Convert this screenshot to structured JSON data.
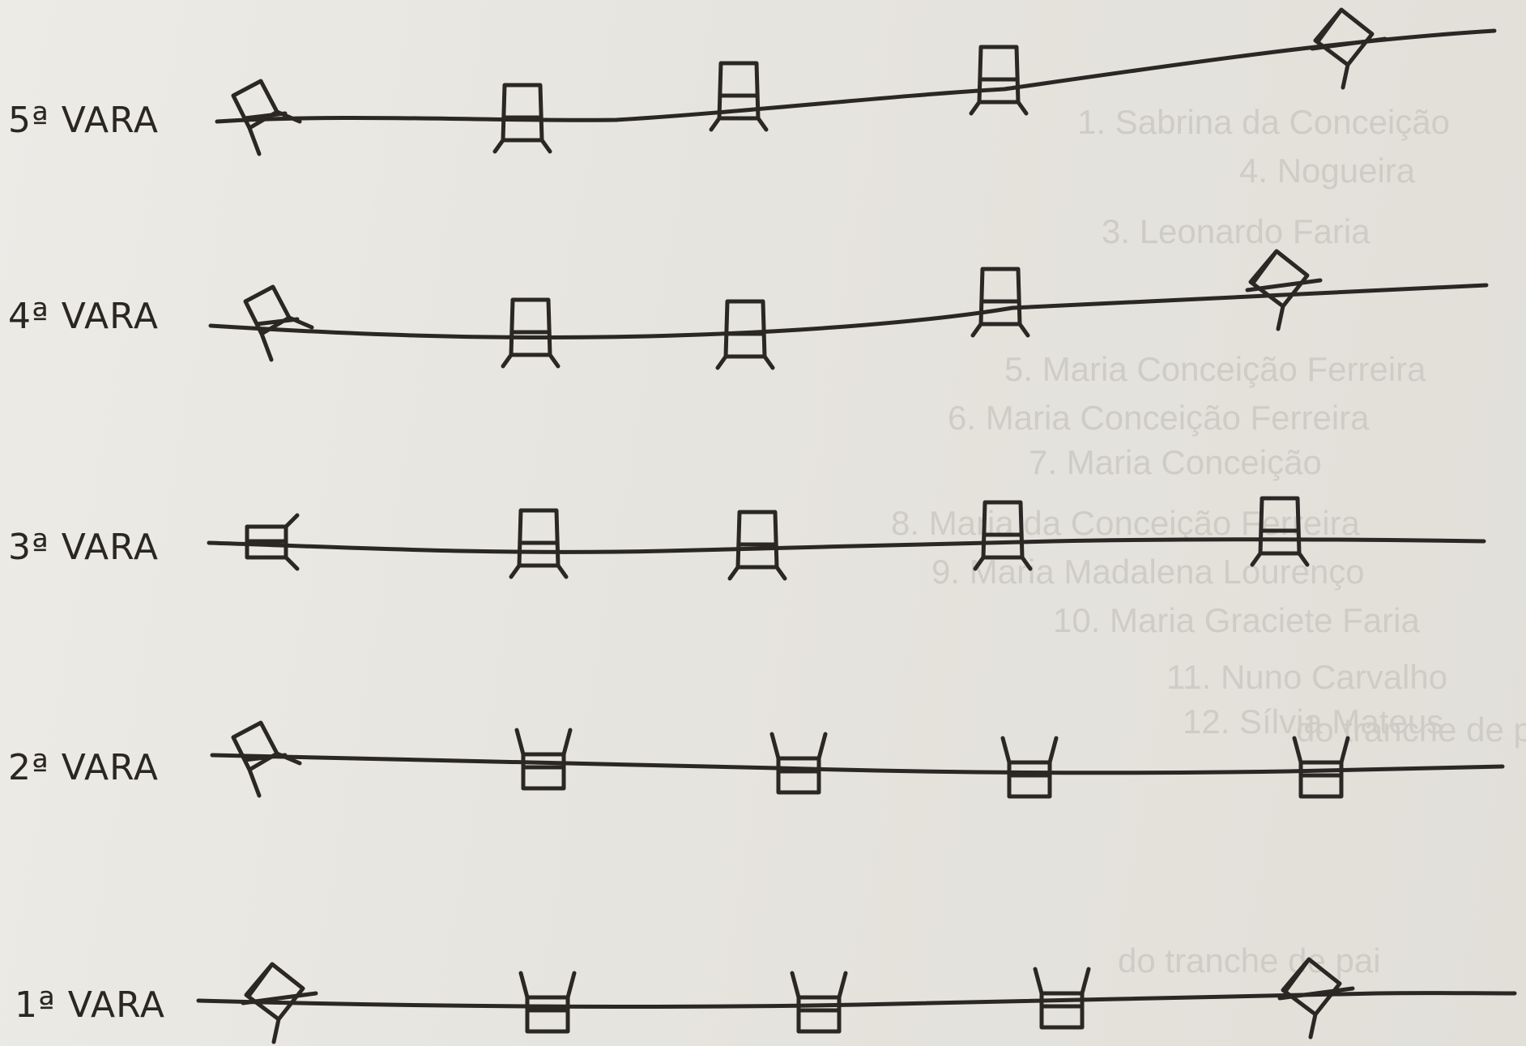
{
  "rows": [
    {
      "label": "5ª VARA",
      "chairs": [
        "tilted",
        "upright",
        "upright",
        "upright",
        "diamond"
      ]
    },
    {
      "label": "4ª VARA",
      "chairs": [
        "tilted",
        "upright",
        "upright",
        "upright",
        "diamond"
      ]
    },
    {
      "label": "3ª VARA",
      "chairs": [
        "side",
        "upright",
        "upright",
        "upright",
        "upright"
      ]
    },
    {
      "label": "2ª VARA",
      "chairs": [
        "tilted",
        "inverted",
        "inverted",
        "inverted",
        "inverted"
      ]
    },
    {
      "label": "1ª VARA",
      "chairs": [
        "diamond",
        "inverted",
        "inverted",
        "inverted",
        "diamond"
      ]
    }
  ],
  "show_through_text": [
    "1. Sabrina da Conceição",
    "4. Nogueira",
    "3. Leonardo Faria",
    "5. Maria Conceição Ferreira",
    "6. Maria Conceição Ferreira",
    "7. Maria Conceição",
    "8. Maria da Conceição Ferreira",
    "9. Maria Madalena Lourenço",
    "10. Maria Graciete Faria",
    "11. Nuno Carvalho",
    "12. Sílvia Mateus",
    "do tranche de pai"
  ],
  "colors": {
    "ink": "#2b2724",
    "paper": "#e9e6e1",
    "ghost_ink": "#cfccc6"
  }
}
